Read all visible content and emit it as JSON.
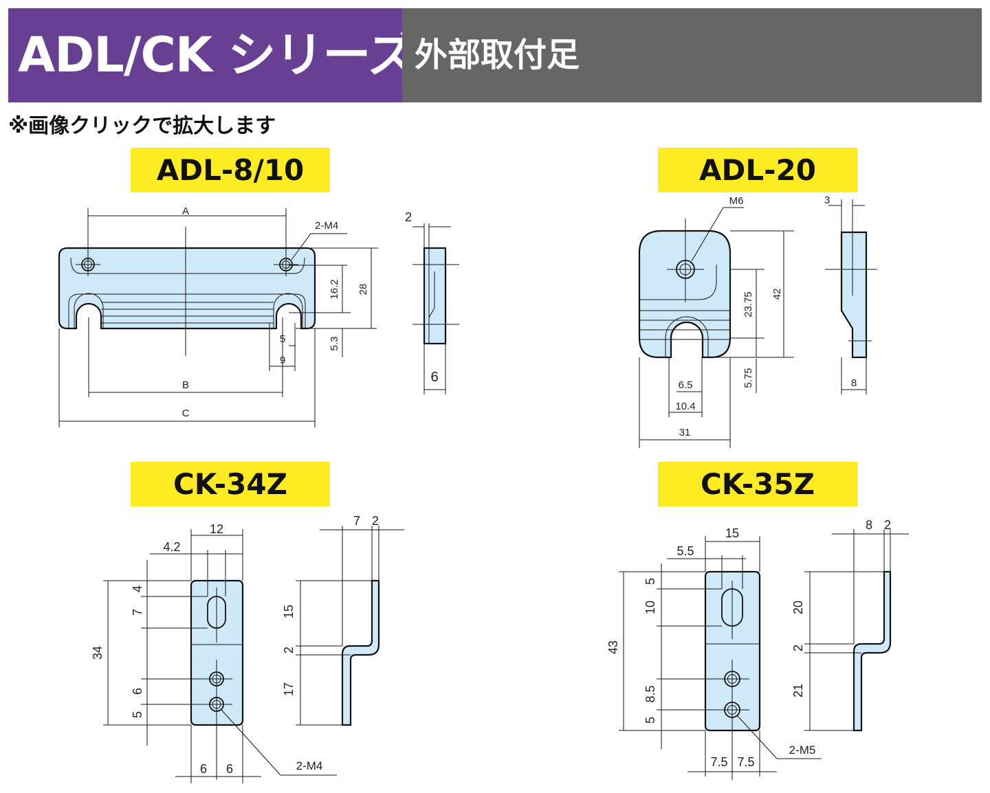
{
  "header": {
    "series_title": "ADL/CK シリーズ",
    "subtitle": "外部取付足"
  },
  "note": "※画像クリックで拡大します",
  "drawings": [
    {
      "model": "ADL-8/10",
      "dims": {
        "a": "A",
        "b": "B",
        "c": "C",
        "d1": "2-M4",
        "d2": "16.2",
        "d3": "28",
        "d4": "5",
        "d5": "5.3",
        "d6": "9",
        "side1": "2",
        "side2": "6"
      }
    },
    {
      "model": "ADL-20",
      "dims": {
        "d1": "M6",
        "d2": "23.75",
        "d3": "42",
        "d4": "5.75",
        "d5": "6.5",
        "d6": "10.4",
        "d7": "31",
        "side1": "3",
        "side2": "8"
      }
    },
    {
      "model": "CK-34Z",
      "dims": {
        "w": "12",
        "off": "4.2",
        "v1": "4",
        "v2": "7",
        "h": "34",
        "v3": "6",
        "v4": "5",
        "b1": "6",
        "b2": "6",
        "holes": "2-M4",
        "s1": "7",
        "s2": "2",
        "s3": "15",
        "s4": "2",
        "s5": "17"
      }
    },
    {
      "model": "CK-35Z",
      "dims": {
        "w": "15",
        "off": "5.5",
        "v1": "5",
        "v2": "10",
        "h": "43",
        "v3": "8.5",
        "v4": "5",
        "b1": "7.5",
        "b2": "7.5",
        "holes": "2-M5",
        "s1": "8",
        "s2": "2",
        "s3": "20",
        "s4": "2",
        "s5": "21"
      }
    }
  ],
  "colors": {
    "header_purple": "#673f93",
    "header_gray": "#666666",
    "label_yellow": "#fdec21",
    "part_fill": "#cfe9f8"
  }
}
